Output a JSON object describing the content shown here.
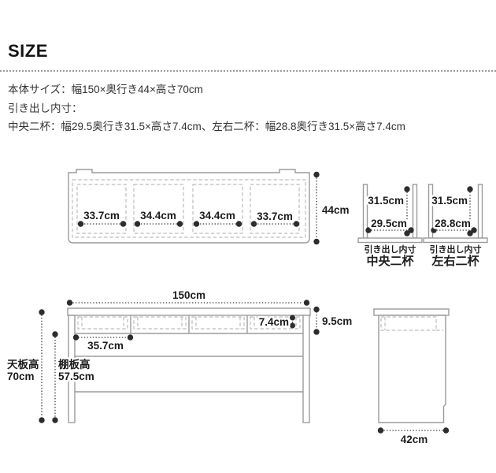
{
  "header": {
    "title": "SIZE"
  },
  "specs": {
    "body_size": "本体サイズ：幅150×奥行き44×高さ70cm",
    "drawer_inner_heading": "引き出し内寸：",
    "drawer_inner_detail": "中央二杯：幅29.5奥行き31.5×高さ7.4cm、左右二杯：幅28.8奥行き31.5×高さ7.4cm"
  },
  "top_view": {
    "drawer_widths": [
      "33.7cm",
      "34.4cm",
      "34.4cm",
      "33.7cm"
    ],
    "depth": "44cm"
  },
  "drawer_insets": [
    {
      "label_small": "引き出し内寸",
      "label": "中央二杯",
      "depth": "31.5cm",
      "width": "29.5cm"
    },
    {
      "label_small": "引き出し内寸",
      "label": "左右二杯",
      "depth": "31.5cm",
      "width": "28.8cm"
    }
  ],
  "front_view": {
    "width": "150cm",
    "left_opening": "35.7cm",
    "drawer_inner_height": "7.4cm",
    "apron_height": "9.5cm",
    "desk_height_label": "天板高",
    "desk_height": "70cm",
    "shelf_height_label": "棚板高",
    "shelf_height": "57.5cm"
  },
  "side_view": {
    "depth": "42cm"
  },
  "colors": {
    "line": "#9b9b9b",
    "dash": "#bcbcbc",
    "ink": "#1d1d1d"
  }
}
